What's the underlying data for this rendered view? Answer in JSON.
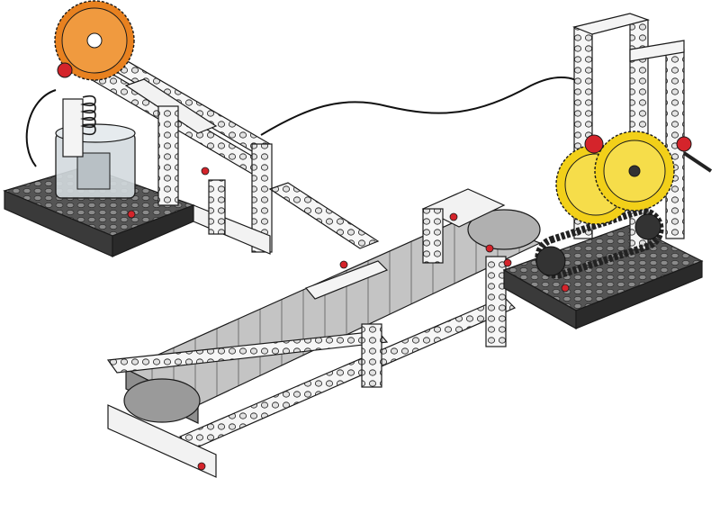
{
  "illustration": {
    "subject": "",
    "colors": {
      "background": "#ffffff",
      "beam_white": "#f4f4f4",
      "beam_shade": "#d6d6d6",
      "outline": "#1a1a1a",
      "baseplate": "#3a3a3a",
      "baseplate_top": "#6a6a6a",
      "belt_gray": "#b9b9b9",
      "belt_shade": "#8e8e8e",
      "gear_orange": "#e8811f",
      "gear_yellow": "#f2d019",
      "pin_red": "#d4242b",
      "chain_black": "#222222",
      "motor_clear": "#cfd6dc"
    },
    "parts": [
      {
        "name": "left-baseplate",
        "kind": "baseplate"
      },
      {
        "name": "motor-housing",
        "kind": "transparent-motor"
      },
      {
        "name": "orange-gear",
        "kind": "gear"
      },
      {
        "name": "compression-spring",
        "kind": "spring"
      },
      {
        "name": "crank-arm-assembly",
        "kind": "beam-frame"
      },
      {
        "name": "power-cable",
        "kind": "cable"
      },
      {
        "name": "conveyor-belt",
        "kind": "belt"
      },
      {
        "name": "right-tower-frame",
        "kind": "beam-frame"
      },
      {
        "name": "yellow-gear-front",
        "kind": "gear"
      },
      {
        "name": "yellow-gear-back",
        "kind": "gear"
      },
      {
        "name": "chain-drive",
        "kind": "chain"
      },
      {
        "name": "right-baseplate",
        "kind": "baseplate"
      }
    ]
  }
}
